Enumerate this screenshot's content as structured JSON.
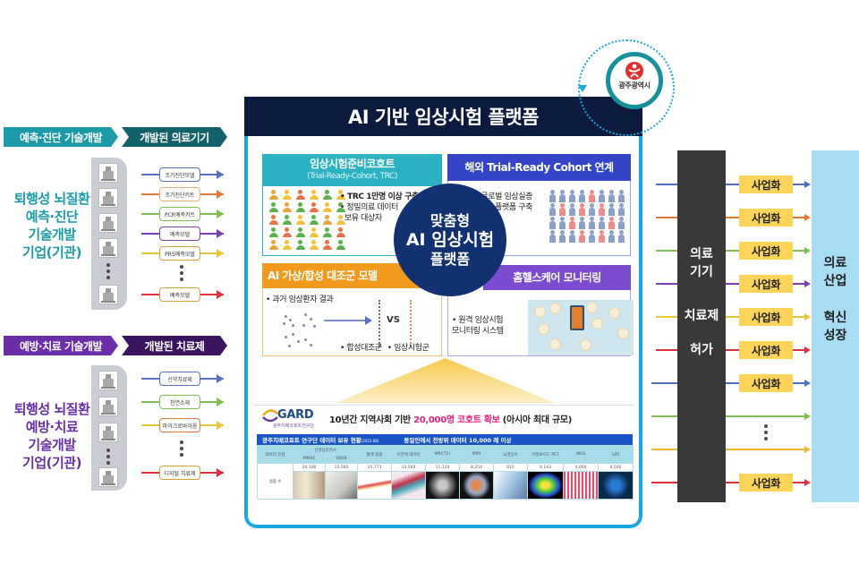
{
  "left_top": {
    "step1_label": "예측·진단 기술개발",
    "step2_label": "개발된 의료기기",
    "org_label_lines": [
      "퇴행성 뇌질환",
      "예측·진단",
      "기술개발",
      "기업(기관)"
    ],
    "colors": {
      "step1": "#1b9aa8",
      "step2": "#13616b",
      "text": "#1b9aa8"
    },
    "products": [
      {
        "label": "조기진단모델",
        "color": "#5a6fc4"
      },
      {
        "label": "조기진단키트",
        "color": "#e07a3a"
      },
      {
        "label": "PCR예측키트",
        "color": "#7fbf4d"
      },
      {
        "label": "예측모델",
        "color": "#7a3fb0"
      },
      {
        "label": "PRS예측모델",
        "color": "#e8c43a"
      },
      {
        "label": "예측모델",
        "color": "#e03040"
      }
    ]
  },
  "left_bottom": {
    "step1_label": "예방·치료 기술개발",
    "step2_label": "개발된 치료제",
    "org_label_lines": [
      "퇴행성 뇌질환",
      "예방·치료",
      "기술개발",
      "기업(기관)"
    ],
    "colors": {
      "step1": "#6a2fa8",
      "step2": "#3b1460",
      "text": "#6a2fa8"
    },
    "products": [
      {
        "label": "신약치료제",
        "color": "#5a6fc4"
      },
      {
        "label": "천연소재",
        "color": "#7fbf4d"
      },
      {
        "label": "마이크로바이옴",
        "color": "#e07a3a"
      },
      {
        "label": "디지털 치료제",
        "color": "#e03040"
      }
    ]
  },
  "platform": {
    "title": "AI 기반 임상시험 플랫폼",
    "city_badge": "광주광역시",
    "center": {
      "line1": "맞춤형",
      "line2": "AI 임상시험",
      "line3": "플랫폼"
    },
    "trc": {
      "title": "임상시험준비코호트",
      "subtitle": "(Trial-Ready-Cohort, TRC)",
      "bullets": [
        "• TRC 1만명 이상 구축",
        "• 정밀의료 데이터",
        "  보유 대상자"
      ],
      "color": "#2bb3c4"
    },
    "overseas": {
      "title": "해외 Trial-Ready Cohort 연계",
      "bullets": [
        "• 글로벌 임상실증",
        "  플랫폼 구축"
      ],
      "color": "#3446c7"
    },
    "synthetic": {
      "title": "AI 가상/합성 대조군 모델",
      "bullets": [
        "• 과거 임상환자 결과"
      ],
      "vs_label": "VS",
      "legend": [
        "• 합성대조군",
        "• 임상시험군"
      ],
      "color": "#f29a1d"
    },
    "homecare": {
      "title": "홈헬스케어 모니터링",
      "bullets": [
        "• 원격 임상시험",
        "모니터링 시스템"
      ],
      "color": "#7b4bd0"
    }
  },
  "gard": {
    "logo": "GARD",
    "logo_sub": "광주치매코호트연구단",
    "caption_prefix": "10년간 지역사회 기반 ",
    "caption_highlight": "20,000명 코호트 확보",
    "caption_suffix": " (아시아 최대 규모)",
    "table_bar_left": "광주치매코호트 연구단 데이터 보유 현황",
    "table_bar_date": "(2023.08)",
    "table_bar_right": "동일인에서 전방위 데이터 10,000 례 이상",
    "columns": [
      "데이터 유형",
      "MMSE",
      "SNSB",
      "혈액 샘플",
      "유전체 데이터",
      "MRI(T1)",
      "fMRI",
      "뇌영상숙",
      "아밀로이드 PET",
      "WGS",
      "뇌파"
    ],
    "group_header": "신경심리검사",
    "row_label_counts": "샘플 수",
    "counts": [
      "20,106",
      "13,560",
      "15,773",
      "13,560",
      "11,120",
      "8,254",
      "615",
      "4,143",
      "4,000",
      "4,500"
    ]
  },
  "right": {
    "approval_lines": [
      "의료",
      "기기",
      "치료제",
      "허가"
    ],
    "industry_lines": [
      "의료",
      "산업",
      "혁신",
      "성장"
    ],
    "commercialize_label": "사업화",
    "flows": [
      {
        "color": "#4b6fc4",
        "biz": true
      },
      {
        "color": "#e07a3a",
        "biz": true
      },
      {
        "color": "#7fbf4d",
        "biz": true
      },
      {
        "color": "#7a3fb0",
        "biz": true
      },
      {
        "color": "#e8c43a",
        "biz": true
      },
      {
        "color": "#e03040",
        "biz": true
      },
      {
        "color": "#4b6fc4",
        "biz": true
      },
      {
        "color": "#7fbf4d",
        "biz": false
      },
      {
        "color": "#f0b83a",
        "biz": false
      },
      {
        "color": "#e03040",
        "biz": true
      }
    ]
  }
}
